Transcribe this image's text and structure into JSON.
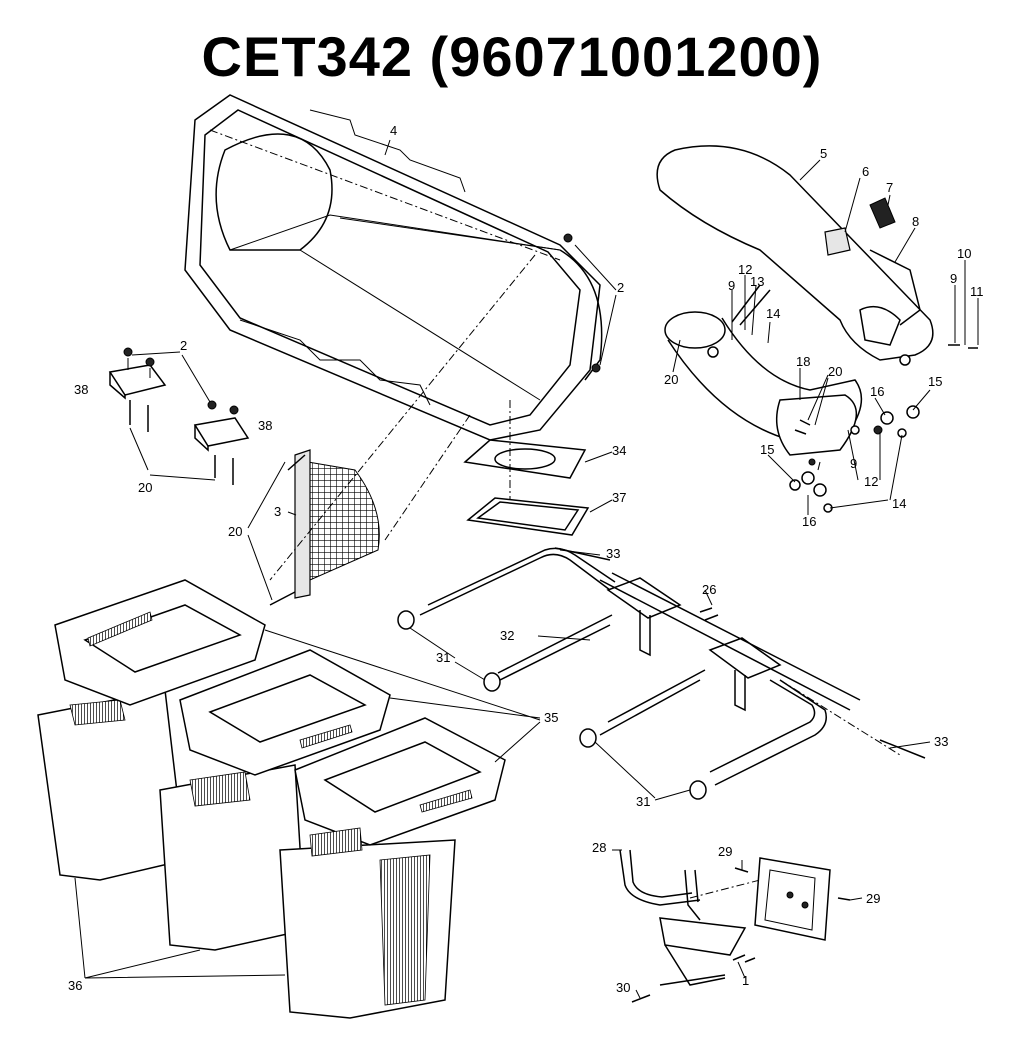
{
  "title": "CET342  (96071001200)",
  "labels": {
    "p1": "1",
    "p2a": "2",
    "p2b": "2",
    "p3": "3",
    "p4": "4",
    "p5": "5",
    "p6": "6",
    "p7": "7",
    "p8": "8",
    "p9a": "9",
    "p9b": "9",
    "p9c": "9",
    "p10": "10",
    "p11": "11",
    "p12a": "12",
    "p12b": "12",
    "p13": "13",
    "p14a": "14",
    "p14b": "14",
    "p15a": "15",
    "p15b": "15",
    "p16a": "16",
    "p16b": "16",
    "p18": "18",
    "p20a": "20",
    "p20b": "20",
    "p20c": "20",
    "p20d": "20",
    "p26": "26",
    "p28": "28",
    "p29a": "29",
    "p29b": "29",
    "p30": "30",
    "p31a": "31",
    "p31b": "31",
    "p32": "32",
    "p33a": "33",
    "p33b": "33",
    "p34": "34",
    "p35": "35",
    "p36": "36",
    "p37": "37",
    "p38a": "38",
    "p38b": "38"
  }
}
